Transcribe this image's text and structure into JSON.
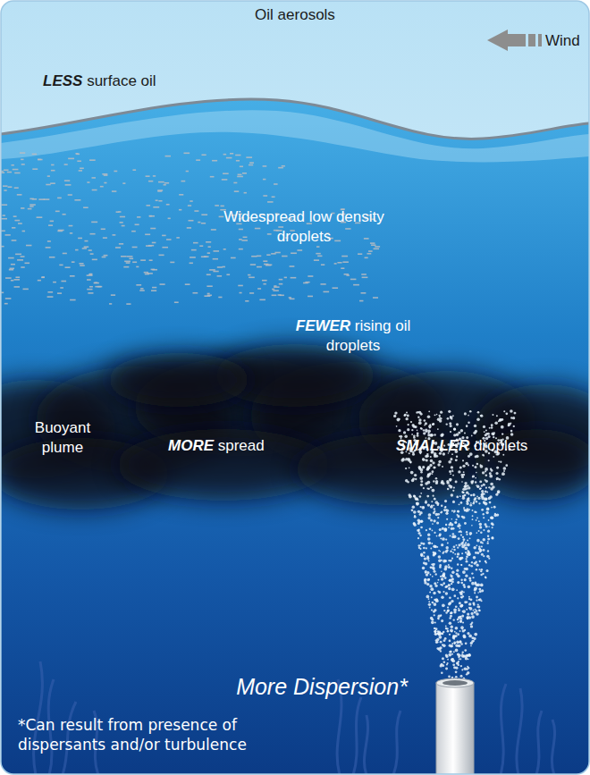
{
  "diagram": {
    "labels": [
      "Oil aerosols",
      "Wind",
      "LESS surface oil",
      "Widespread low density droplets",
      "FEWER rising oil droplets",
      "Buoyant plume",
      "MORE spread",
      "SMALLER droplets",
      "More Dispersion*",
      "*Can result from presence of dispersants and/or turbulence"
    ]
  }
}
